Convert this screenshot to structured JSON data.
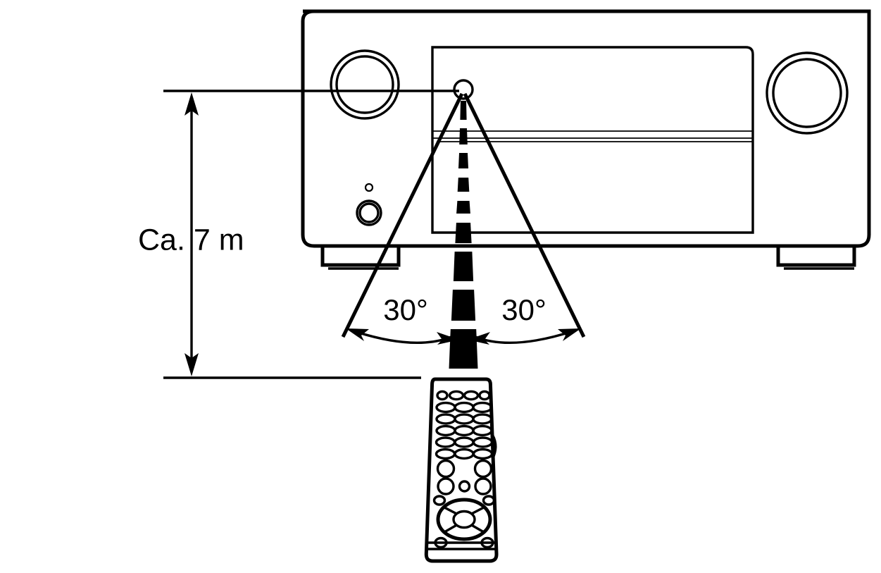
{
  "figure": {
    "title": "Remote control operating range",
    "background_color": "#ffffff",
    "line_color": "#000000"
  },
  "labels": {
    "distance": "Ca. 7 m",
    "angle_left": "30°",
    "angle_right": "30°"
  },
  "receiver": {
    "name": "av-receiver",
    "left_knob": "selector-knob",
    "right_knob": "volume-knob",
    "power_button": "power-button",
    "indicator_led": "power-indicator-led",
    "display_panel": "front-display-panel",
    "ir_sensor": "ir-sensor",
    "feet": [
      "foot-left",
      "foot-right"
    ]
  },
  "remote": {
    "name": "remote-control",
    "side_button": "side-button",
    "top_row_buttons": 4,
    "oval_rows": 5,
    "oval_row_buttons": 3,
    "dpad": "navigation-dpad",
    "bottom_rows": 2,
    "bottom_row_buttons": 4
  },
  "beam": {
    "name": "ir-beam",
    "style": "tapered-dashed",
    "cone_angle_total_deg": 60
  }
}
